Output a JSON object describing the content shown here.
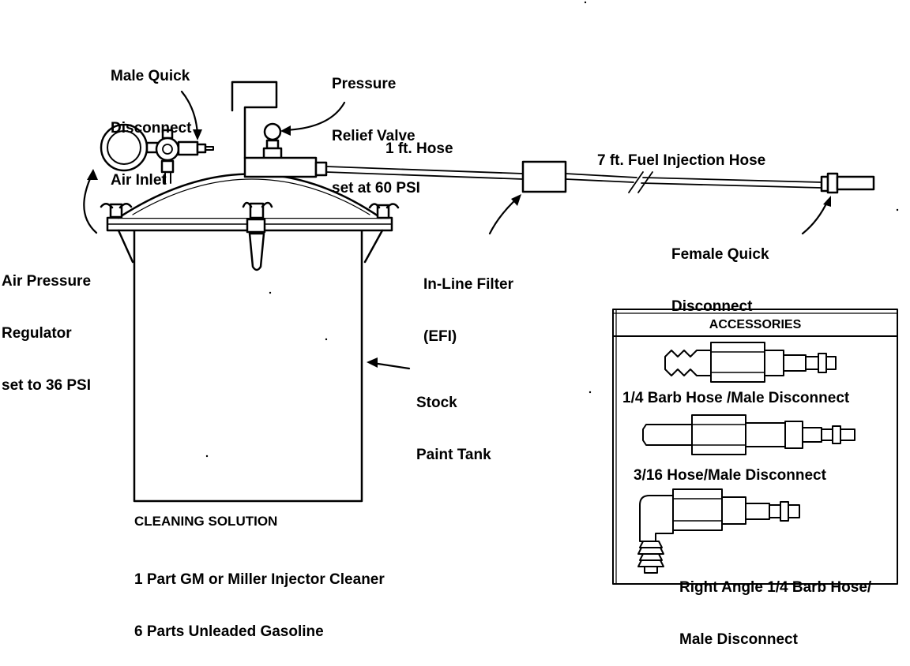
{
  "labels": {
    "air_inlet": [
      "Male Quick",
      "Disconnect",
      "Air Inlet"
    ],
    "relief_valve": [
      "Pressure",
      "Relief Valve",
      "set at 60 PSI"
    ],
    "one_ft_hose": "1 ft. Hose",
    "seven_ft_hose": "7 ft. Fuel Injection Hose",
    "female_disconnect": [
      "Female Quick",
      "Disconnect"
    ],
    "regulator": [
      "Air Pressure",
      "Regulator",
      "set to 36 PSI"
    ],
    "inline_filter": [
      "In-Line Filter",
      "(EFI)"
    ],
    "paint_tank": [
      "Stock",
      "Paint Tank"
    ],
    "cleaning_title": "CLEANING SOLUTION",
    "cleaning_lines": [
      "1 Part GM or Miller Injector Cleaner",
      "6 Parts Unleaded Gasoline"
    ]
  },
  "accessories": {
    "title": "ACCESSORIES",
    "items": [
      "1/4 Barb Hose /Male Disconnect",
      "3/16 Hose/Male Disconnect",
      [
        "Right Angle 1/4 Barb Hose/",
        "Male Disconnect"
      ]
    ]
  }
}
